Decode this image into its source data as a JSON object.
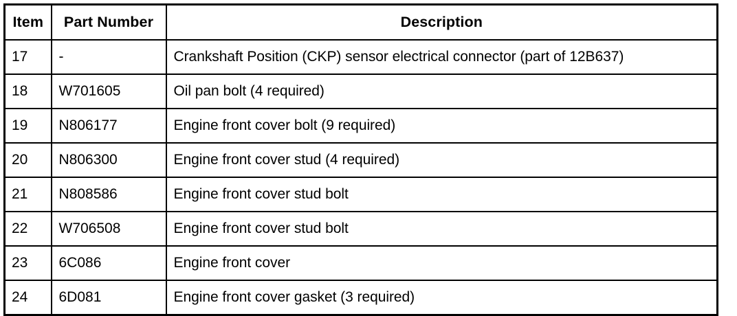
{
  "table": {
    "columns": [
      {
        "key": "item",
        "label": "Item"
      },
      {
        "key": "part_number",
        "label": "Part Number"
      },
      {
        "key": "description",
        "label": "Description"
      }
    ],
    "rows": [
      {
        "item": "17",
        "part_number": "-",
        "description": "Crankshaft Position (CKP) sensor electrical connector (part of 12B637)"
      },
      {
        "item": "18",
        "part_number": "W701605",
        "description": "Oil pan bolt (4 required)"
      },
      {
        "item": "19",
        "part_number": "N806177",
        "description": "Engine front cover bolt (9 required)"
      },
      {
        "item": "20",
        "part_number": "N806300",
        "description": "Engine front cover stud (4 required)"
      },
      {
        "item": "21",
        "part_number": "N808586",
        "description": "Engine front cover stud bolt"
      },
      {
        "item": "22",
        "part_number": "W706508",
        "description": "Engine front cover stud bolt"
      },
      {
        "item": "23",
        "part_number": "6C086",
        "description": "Engine front cover"
      },
      {
        "item": "24",
        "part_number": "6D081",
        "description": "Engine front cover gasket (3 required)"
      }
    ]
  },
  "colors": {
    "background": "#ffffff",
    "text": "#000000",
    "border": "#000000"
  }
}
